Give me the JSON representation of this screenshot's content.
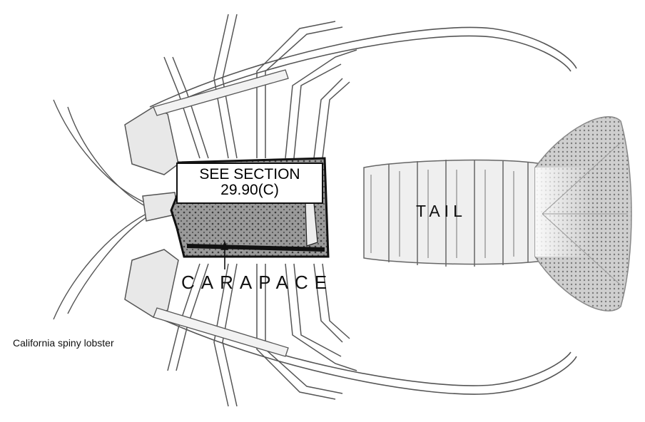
{
  "caption": "California spiny lobster",
  "callout": {
    "line1": "SEE SECTION",
    "line2": "29.90(C)"
  },
  "labels": {
    "carapace": "CARAPACE",
    "tail": "TAIL"
  },
  "colors": {
    "ink": "#1a1a1a",
    "shading": "#6b6b6b",
    "paper": "#ffffff"
  }
}
